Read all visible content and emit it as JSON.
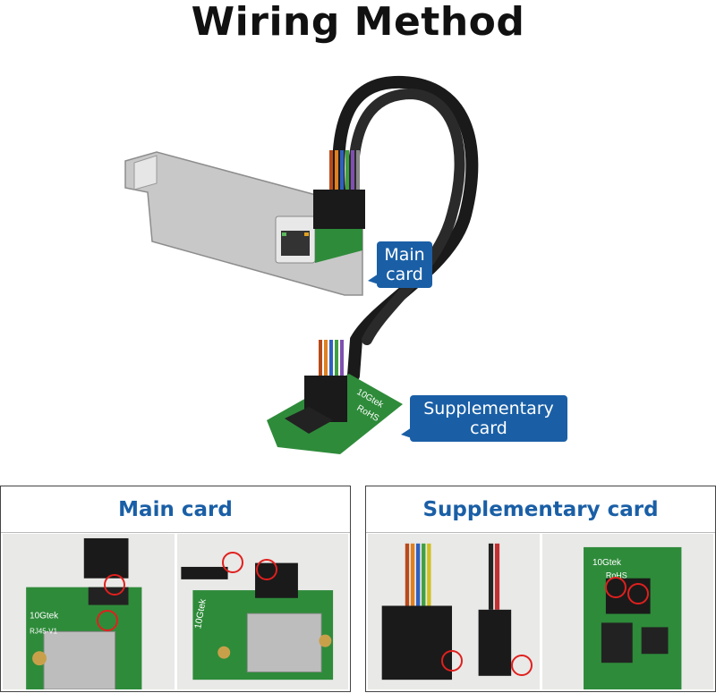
{
  "title": "Wiring Method",
  "callouts": {
    "main": "Main card",
    "main_line1": "Main",
    "main_line2": "card",
    "supp_line1": "Supplementary",
    "supp_line2": "card"
  },
  "panels": {
    "main_title": "Main card",
    "supp_title": "Supplementary card"
  },
  "board_text": {
    "brand": "10Gtek",
    "rohs": "RoHS",
    "rj45": "RJ45-V1"
  },
  "colors": {
    "accent": "#1a5fa6",
    "marker": "#e0201e",
    "pcb": "#2e8b3a"
  }
}
